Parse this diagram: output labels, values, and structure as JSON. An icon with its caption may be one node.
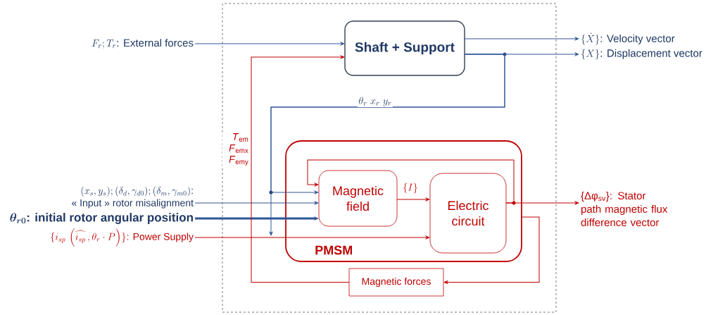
{
  "diagram": {
    "nodes": [
      {
        "text": [],
        "shape": "box"
      },
      {
        "text": [
          "Shaft + Support"
        ],
        "in": 0
      },
      {
        "text": [
          "PMSM"
        ],
        "in": 0
      },
      {
        "text": [
          "Magnetic field"
        ],
        "in": 2
      },
      {
        "text": [
          "Electric circuit"
        ],
        "in": 2
      },
      {
        "text": [
          "Magnetic forces"
        ],
        "in": 0
      },
      {
        "text": [
          "F_r; T_r\\text{: External forces}"
        ]
      },
      {
        "text": [
          "(x_s, y_s); (\\delta_d, \\gamma_{d0}); (\\delta_m, \\gamma_{m0})\\text{:}",
          "« Input » rotor misalignment"
        ]
      },
      {
        "text": [
          "\\boldsymbol{\\theta_{r0}}\\textbf{: initial rotor angular position}"
        ]
      },
      {
        "text": [
          "\\{i_{sp}\\,\\left(\\widehat{i_{sp}}\\,, \\theta_r \\cdot P\\right)\\}\\text{: Power Supply}"
        ]
      },
      {
        "text": [
          "\\{\\dot{X}\\}\\text{: Velocity vector}"
        ]
      },
      {
        "text": [
          "\\{X\\}\\text{: Displacement vector}"
        ]
      },
      {
        "text": [
          "{Δφ$_{sv}$}: Stator path magnetic flux difference vector"
        ]
      }
    ],
    "edges": [
      {
        "from": 6,
        "to": 1,
        "arrow": "to"
      },
      {
        "from": 1,
        "to": 10,
        "arrow": "to"
      },
      {
        "from": 1,
        "to": 11,
        "arrow": "to"
      },
      {
        "from": 1,
        "to": 3,
        "arrow": "to",
        "label": "\\theta_r\\ x_r\\ y_r"
      },
      {
        "from": 1,
        "to": null,
        "arrow": "to"
      },
      {
        "from": 7,
        "to": 3,
        "arrow": "to"
      },
      {
        "from": 8,
        "to": 3,
        "arrow": "to",
        "style": "thick"
      },
      {
        "from": 9,
        "to": 4,
        "arrow": "to",
        "color": "#c00000"
      },
      {
        "from": 3,
        "to": 4,
        "arrow": "to",
        "label": "\\{I\\}",
        "color": "#c00000"
      },
      {
        "from": 4,
        "to": 12,
        "arrow": "to",
        "color": "#c00000"
      },
      {
        "from": 4,
        "to": 3,
        "arrow": "to",
        "color": "#c00000"
      },
      {
        "from": 2,
        "to": 5,
        "arrow": "to",
        "color": "#c00000"
      },
      {
        "from": 5,
        "to": 1,
        "arrow": "to",
        "color": "#c00000",
        "label": "*T*$_{em}$ *F*$_{emx}$ *F*$_{emy}$"
      }
    ]
  }
}
